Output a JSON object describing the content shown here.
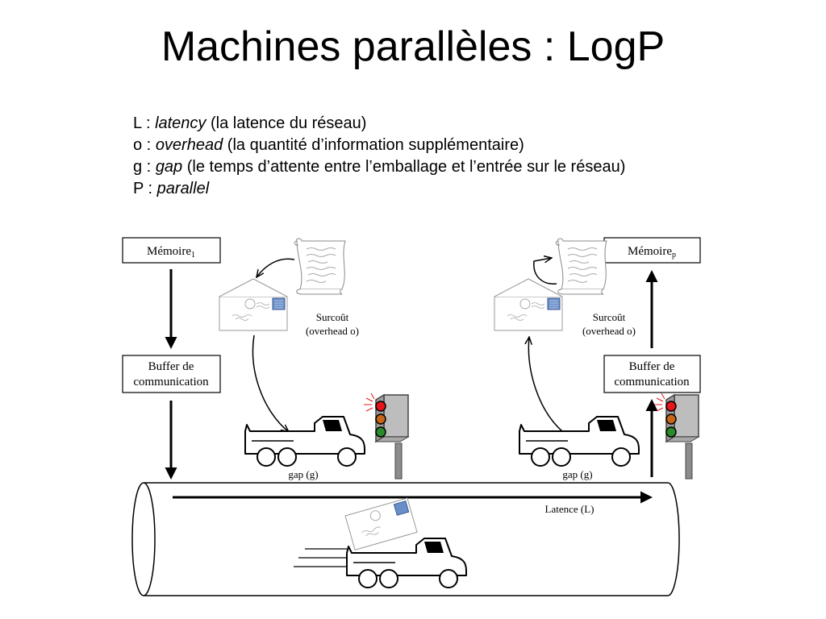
{
  "title": "Machines parallèles : LogP",
  "definitions": [
    {
      "letter": "L :",
      "term": "latency",
      "desc": "(la latence du réseau)"
    },
    {
      "letter": "o :",
      "term": "overhead",
      "desc": "(la quantité d’information supplémentaire)"
    },
    {
      "letter": "g :",
      "term": "gap",
      "desc": "(le temps d’attente entre l’emballage et l’entrée sur le réseau)"
    },
    {
      "letter": "P :",
      "term": "parallel",
      "desc": ""
    }
  ],
  "diagram": {
    "memory_left": {
      "base": "Mémoire",
      "sub": "1"
    },
    "memory_right": {
      "base": "Mémoire",
      "sub": "p"
    },
    "buffer_left": {
      "line1": "Buffer de",
      "line2": "communication"
    },
    "buffer_right": {
      "line1": "Buffer de",
      "line2": "communication"
    },
    "overhead_left": {
      "line1": "Surcoût",
      "line2": "(overhead o)"
    },
    "overhead_right": {
      "line1": "Surcoût",
      "line2": "(overhead o)"
    },
    "gap_left": "gap (g)",
    "gap_right": "gap (g)",
    "latency": "Latence (L)"
  },
  "colors": {
    "light_red": "#e8141b",
    "light_orange": "#c5651a",
    "light_green": "#2b8a2b",
    "stamp_blue": "#6a8fc8",
    "pole": "#8c8c8c"
  }
}
